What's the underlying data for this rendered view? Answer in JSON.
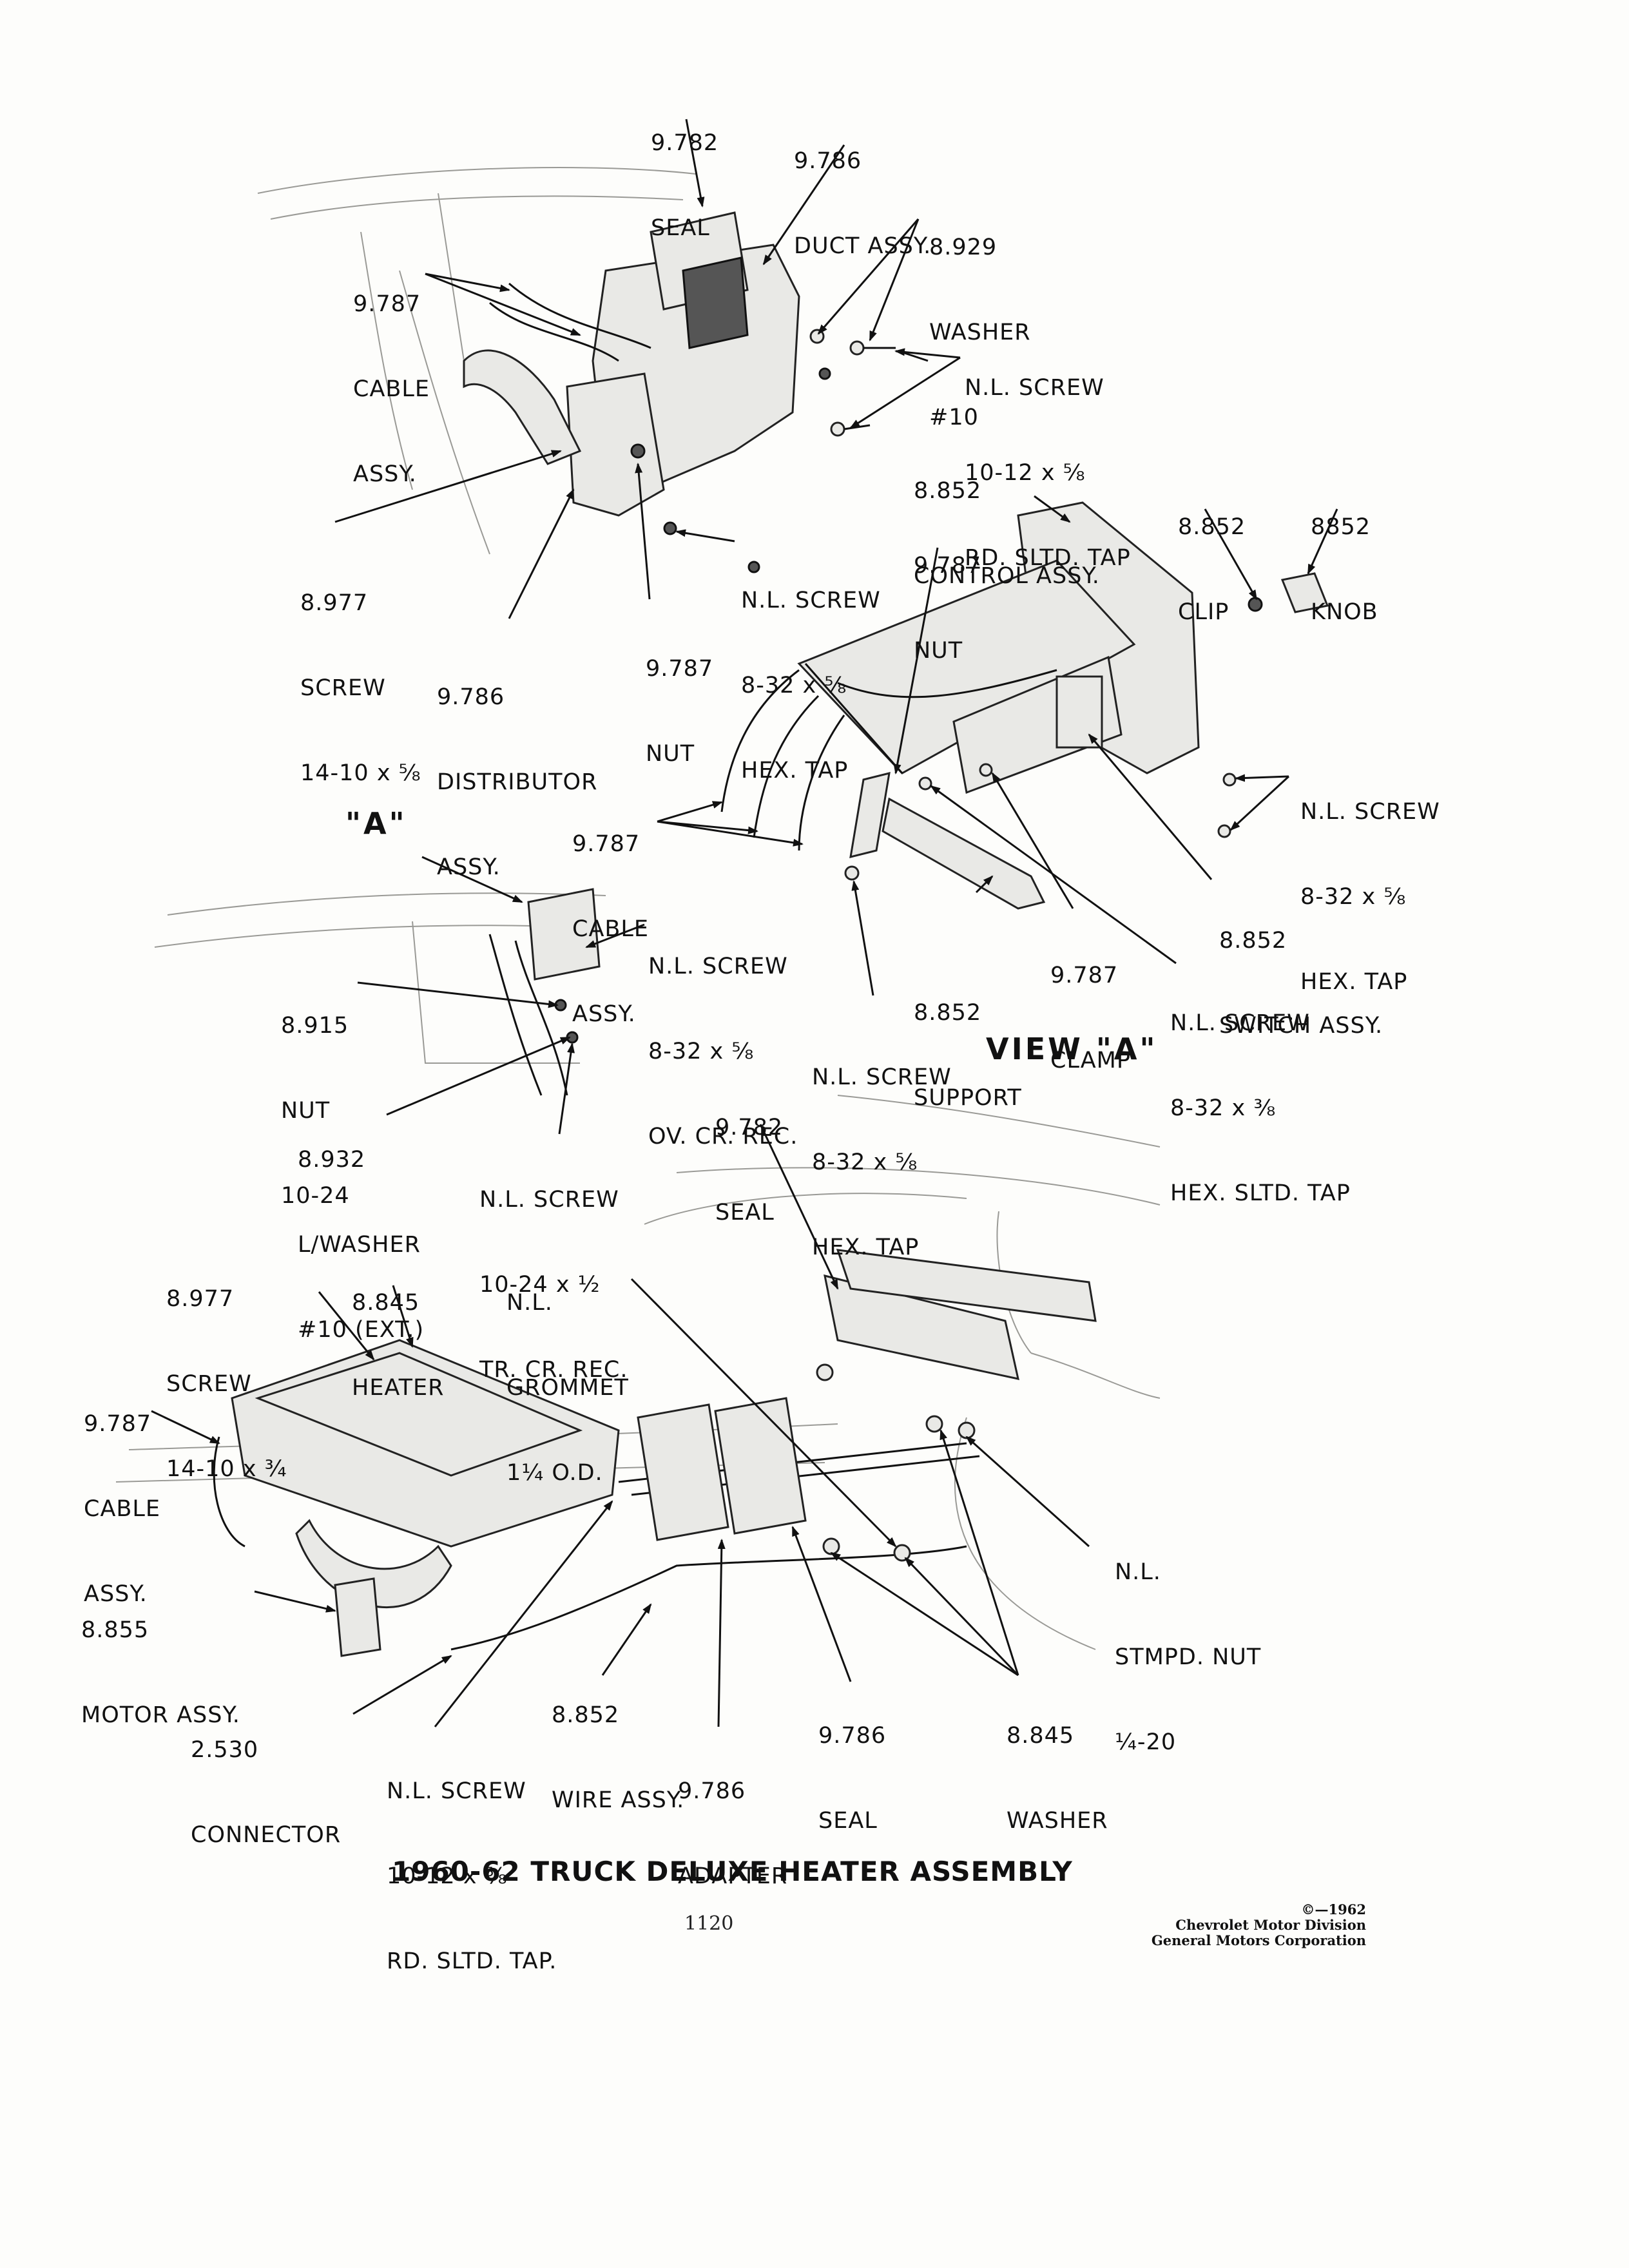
{
  "title": "1960-62 TRUCK DELUXE HEATER ASSEMBLY",
  "page_number": "1120",
  "copyright": [
    "©—1962",
    "Chevrolet Motor Division",
    "General Motors Corporation"
  ],
  "view_title": "VIEW \"A\"",
  "view_marker": "\"A\"",
  "callouts": {
    "seal_top": [
      "9.782",
      "SEAL"
    ],
    "duct_assy": [
      "9.786",
      "DUCT ASSY."
    ],
    "washer_10": [
      "8.929",
      "WASHER",
      "#10"
    ],
    "cable_assy_top": [
      "9.787",
      "CABLE",
      "ASSY."
    ],
    "screw_rd_sltd_tap_top": [
      "N.L. SCREW",
      "10-12 x ⅝",
      "RD. SLTD. TAP"
    ],
    "control_assy": [
      "8.852",
      "CONTROL ASSY."
    ],
    "clip": [
      "8.852",
      "CLIP"
    ],
    "knob": [
      "8852",
      "KNOB"
    ],
    "nut_control": [
      "9.787",
      "NUT"
    ],
    "screw_14_10_top": [
      "8.977",
      "SCREW",
      "14-10 x ⅝"
    ],
    "screw_hex_tap_duct": [
      "N.L. SCREW",
      "8-32 x ⅝",
      "HEX. TAP"
    ],
    "nut_duct": [
      "9.787",
      "NUT"
    ],
    "distributor_assy": [
      "9.786",
      "DISTRIBUTOR",
      "ASSY."
    ],
    "screw_hex_tap_right": [
      "N.L. SCREW",
      "8-32 x ⅝",
      "HEX. TAP"
    ],
    "cable_assy_mid": [
      "9.787",
      "CABLE",
      "ASSY."
    ],
    "switch_assy": [
      "8.852",
      "SWITCH ASSY."
    ],
    "screw_ov_cr_rec": [
      "N.L. SCREW",
      "8-32 x ⅝",
      "OV. CR. REC."
    ],
    "clamp": [
      "9.787",
      "CLAMP"
    ],
    "nut_10_24": [
      "8.915",
      "NUT",
      "10-24"
    ],
    "support": [
      "8.852",
      "SUPPORT"
    ],
    "screw_hex_sltd_tap": [
      "N.L. SCREW",
      "8-32 x ⅜",
      "HEX. SLTD. TAP"
    ],
    "screw_hex_tap_support": [
      "N.L. SCREW",
      "8-32 x ⅝",
      "HEX. TAP"
    ],
    "seal_lower": [
      "9.782",
      "SEAL"
    ],
    "l_washer": [
      "8.932",
      "L/WASHER",
      "#10 (EXT.)"
    ],
    "screw_tr_cr_rec": [
      "N.L. SCREW",
      "10-24 x ½",
      "TR. CR. REC."
    ],
    "screw_14_10_lower": [
      "8.977",
      "SCREW",
      "14-10 x ¾"
    ],
    "heater": [
      "8.845",
      "HEATER"
    ],
    "grommet": [
      "N.L.",
      "GROMMET",
      "1¼ O.D."
    ],
    "cable_assy_lower": [
      "9.787",
      "CABLE",
      "ASSY."
    ],
    "stmpd_nut": [
      "N.L.",
      "STMPD. NUT",
      "¼-20"
    ],
    "motor_assy": [
      "8.855",
      "MOTOR ASSY."
    ],
    "connector": [
      "2.530",
      "CONNECTOR"
    ],
    "wire_assy": [
      "8.852",
      "WIRE ASSY."
    ],
    "seal_9786": [
      "9.786",
      "SEAL"
    ],
    "washer_8845": [
      "8.845",
      "WASHER"
    ],
    "screw_rd_sltd_tap_lower": [
      "N.L. SCREW",
      "10-12 x ⅝",
      "RD. SLTD. TAP."
    ],
    "adapter": [
      "9.786",
      "ADAPTER"
    ]
  }
}
